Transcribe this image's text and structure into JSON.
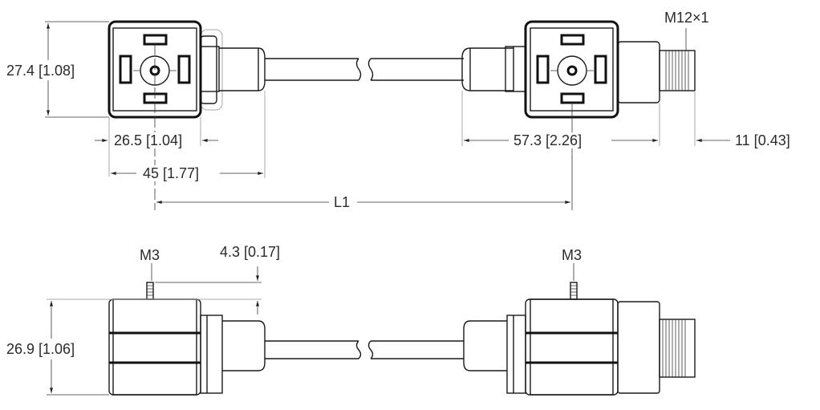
{
  "title": "Dimensional drawing: valve connector cable with M12x1 male end",
  "labels": {
    "height_top": "27.4 [1.08]",
    "width_face": "26.5 [1.04]",
    "length_left": "45 [1.77]",
    "cable_length": "L1",
    "length_right": "57.3 [2.26]",
    "thread_length": "11 [0.43]",
    "thread": "M12×1",
    "screw_left": "M3",
    "screw_height": "4.3 [0.17]",
    "screw_right": "M3",
    "height_side": "26.9 [1.06]"
  }
}
